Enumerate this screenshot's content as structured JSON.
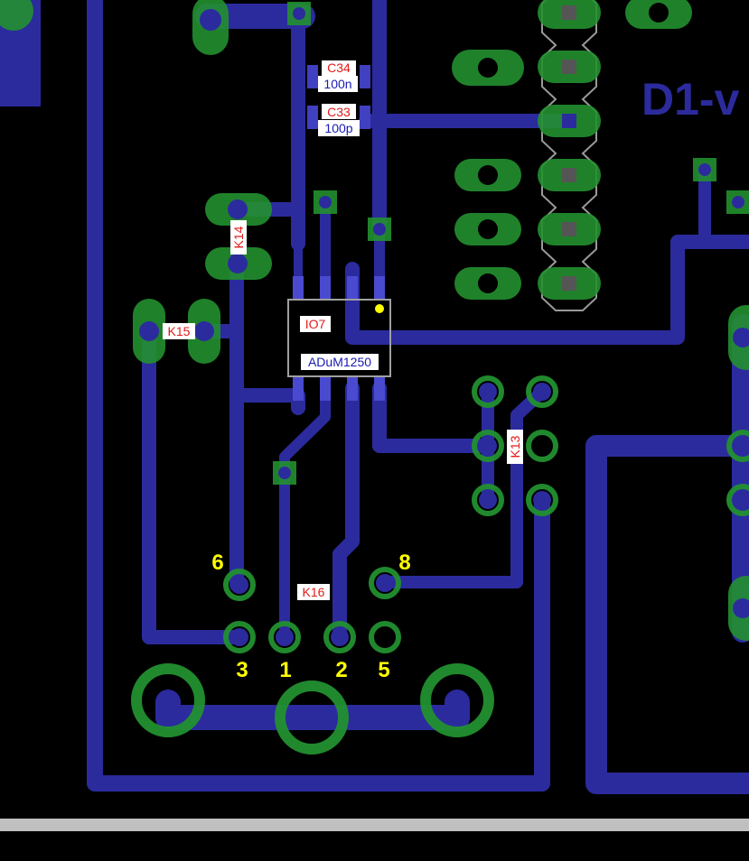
{
  "components": {
    "c34": {
      "ref": "C34",
      "value": "100n"
    },
    "c33": {
      "ref": "C33",
      "value": "100p"
    },
    "k14": "K14",
    "k15": "K15",
    "k13": "K13",
    "k16": "K16",
    "io7": {
      "ref": "IO7",
      "part": "ADuM1250"
    }
  },
  "pin_numbers": [
    "6",
    "8",
    "3",
    "1",
    "2",
    "5"
  ],
  "header_label": "D1-v",
  "colors": {
    "background": "#000000",
    "copper_track": "#2b2b9e",
    "pad": "#22902f",
    "ref_label": "#e21b1b",
    "value_label": "#1a1ab4",
    "pin_label": "#ffff00",
    "silkscreen": "#9a9a9a"
  }
}
